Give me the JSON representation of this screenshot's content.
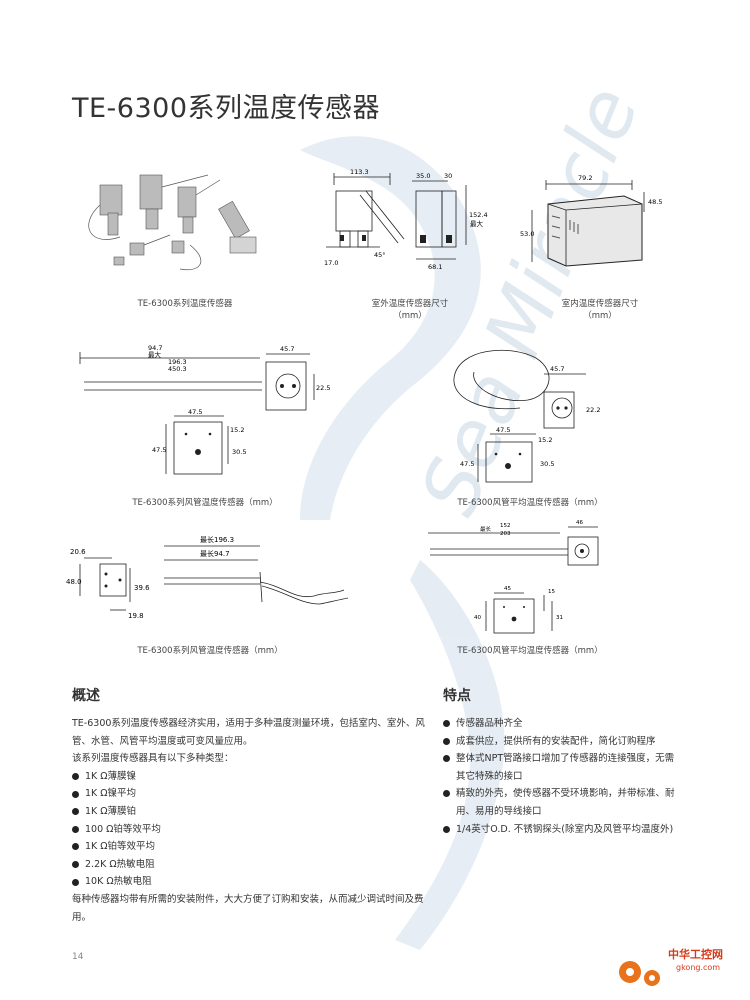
{
  "watermark": "Sea Miracle",
  "title": "TE-6300系列温度传感器",
  "captions": {
    "photo": "TE-6300系列温度传感器",
    "outdoor": "室外温度传感器尺寸",
    "outdoor_unit": "（mm）",
    "indoor": "室内温度传感器尺寸",
    "indoor_unit": "（mm）",
    "duct": "TE-6300系列风管温度传感器（mm）",
    "duct_avg": "TE-6300风管平均温度传感器（mm）",
    "duct2": "TE-6300系列风管温度传感器（mm）",
    "duct_avg2": "TE-6300风管平均温度传感器（mm）"
  },
  "dims": {
    "outdoor_w": "113.3",
    "outdoor_17": "17.0",
    "outdoor_45": "45°",
    "outdoor_35": "35.0",
    "outdoor_30": "30",
    "outdoor_152": "152.4",
    "outdoor_max": "最大",
    "outdoor_68": "68.1",
    "indoor_79": "79.2",
    "indoor_48": "48.5",
    "indoor_53": "53.0",
    "duct_947": "94.7",
    "duct_max": "最大",
    "duct_1963": "196.3",
    "duct_4503": "450.3",
    "duct_457": "45.7",
    "duct_225": "22.5",
    "duct_475a": "47.5",
    "duct_152": "15.2",
    "duct_475b": "47.5",
    "duct_305": "30.5",
    "avg_457": "45.7",
    "avg_222": "22.2",
    "avg_475a": "47.5",
    "avg_152": "15.2",
    "avg_475b": "47.5",
    "avg_305": "30.5",
    "d2_206": "20.6",
    "d2_480": "48.0",
    "d2_396": "39.6",
    "d2_198": "19.8",
    "d2_len1963": "最长196.3",
    "d2_len947": "最长94.7",
    "a2_lenlabel": "最长",
    "a2_152": "152",
    "a2_203": "203",
    "a2_46": "46",
    "a2_45": "45",
    "a2_15": "15",
    "a2_40": "40",
    "a2_31": "31"
  },
  "overview": {
    "heading": "概述",
    "intro": "TE-6300系列温度传感器经济实用，适用于多种温度测量环境，包括室内、室外、风管、水管、风管平均温度或可变风量应用。",
    "types_intro": "该系列温度传感器具有以下多种类型：",
    "types": [
      "1K Ω薄膜镍",
      "1K Ω镍平均",
      "1K Ω薄膜铂",
      "100 Ω铂等效平均",
      "1K Ω铂等效平均",
      "2.2K Ω热敏电阻",
      "10K Ω热敏电阻"
    ],
    "outro": "每种传感器均带有所需的安装附件，大大方便了订购和安装，从而减少调试时间及费用。"
  },
  "features": {
    "heading": "特点",
    "items": [
      "传感器品种齐全",
      "成套供应，提供所有的安装配件，简化订购程序",
      "整体式NPT管路接口增加了传感器的连接强度，无需其它特殊的接口",
      "精致的外壳，使传感器不受环境影响，并带标准、耐用、易用的导线接口",
      "1/4英寸O.D. 不锈钢探头(除室内及风管平均温度外)"
    ]
  },
  "page_number": "14",
  "logo": {
    "cn": "中华工控网",
    "url": "gkong.com"
  },
  "colors": {
    "watermark": "#dfe8f1",
    "logo": "#e05a18"
  }
}
